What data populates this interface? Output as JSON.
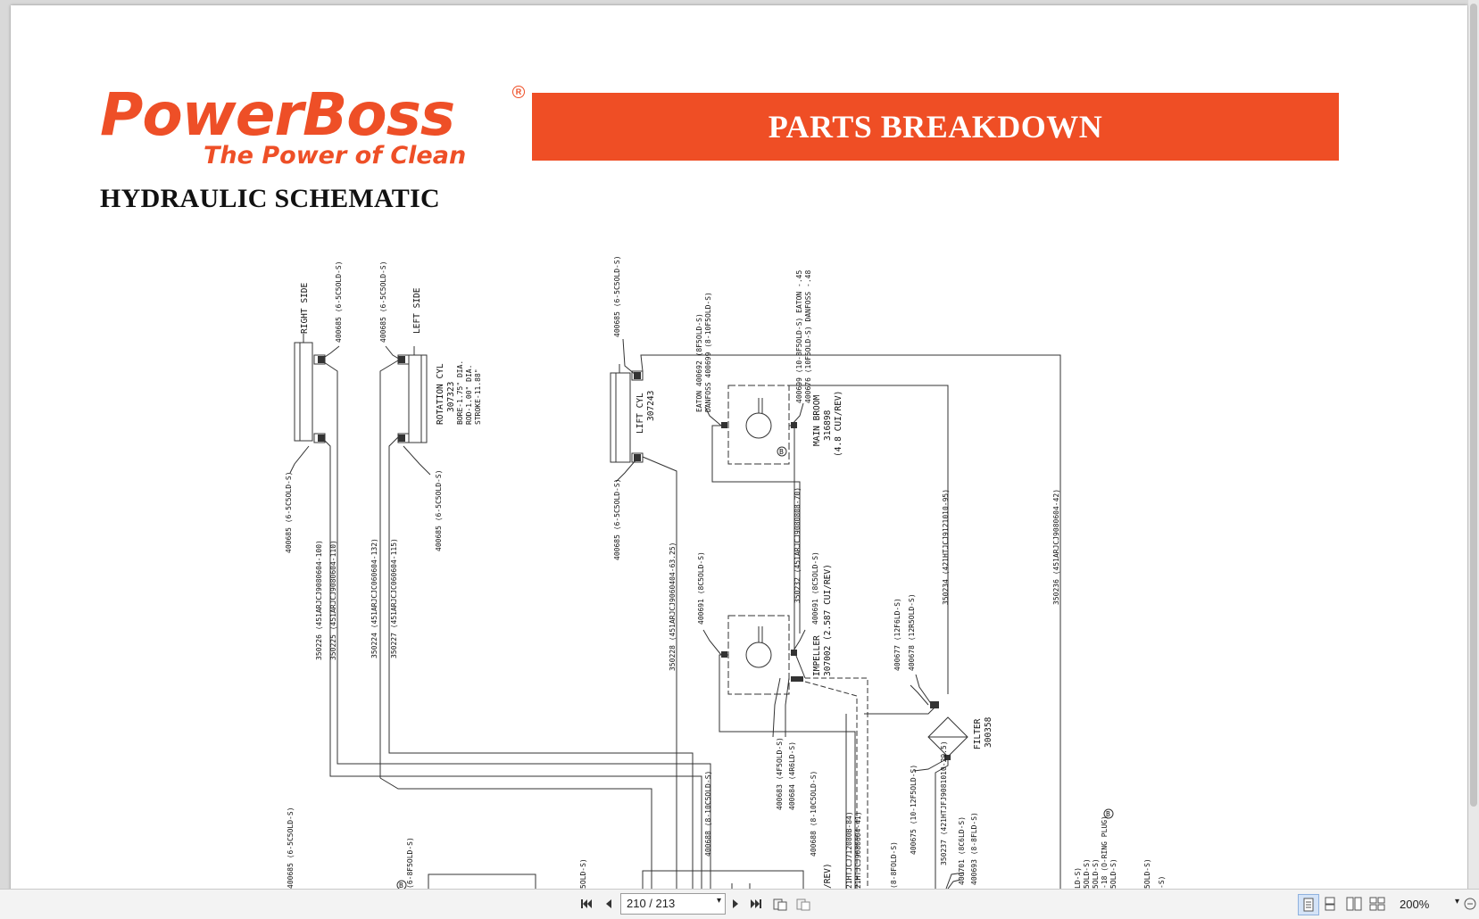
{
  "document": {
    "brand": "PowerBoss",
    "tagline": "The Power of Clean",
    "banner_title": "PARTS BREAKDOWN",
    "section_title": "HYDRAULIC SCHEMATIC"
  },
  "schematic_labels": {
    "right_side": "RIGHT SIDE",
    "left_side": "LEFT SIDE",
    "fit_6_5c5old": "400685 (6-5C5OLD-S)",
    "rotation_cyl": "ROTATION CYL",
    "rotation_cyl_pn": "307323",
    "rotation_bore": "BORE-1.75\" DIA.",
    "rotation_rod": "ROD-1.00\" DIA.",
    "rotation_stroke": "STROKE-11.88\"",
    "lift_cyl": "LIFT CYL",
    "lift_cyl_pn": "307243",
    "eaton_8f5old": "EATON 400692 (8F5OLD-S)",
    "danfoss_8_10f5old": "DANFOSS 400699 (8-10F5OLD-S)",
    "eaton_10_8f5old": "400699 (10-8F5OLD-S) EATON -.45",
    "danfoss_10f5old": "400676 (10F5OLD-S) DANFOSS -.48",
    "main_broom": "MAIN BROOM",
    "main_broom_pn": "316898",
    "main_broom_disp": "(4.8 CUI/REV)",
    "hose_350226": "350226 (451ARJCJ9080604-100)",
    "hose_350225": "350225 (451ARJCJ9080604-110)",
    "hose_350224": "350224 (451ARJCJC060604-132)",
    "hose_350227": "350227 (451ARJCJC060604-115)",
    "hose_350228": "350228 (451ARJCJ9060404-63.25)",
    "hose_350232": "350232 (451ARJCJ9080808-70)",
    "hose_350234": "350234 (421HTJCJ9121010-95)",
    "hose_350236": "350236 (451ARJCJ9080604-42)",
    "fit_400691_8c5old": "400691 (8C5OLD-S)",
    "impeller": "IMPELLER",
    "impeller_pn": "307002 (2.587 CUI/REV)",
    "fit_400677": "400677 (12F6LD-S)",
    "fit_400678": "400678 (12R5OLD-S)",
    "filter": "FILTER",
    "filter_pn": "300358",
    "fit_400683": "400683 (4F5OLD-S)",
    "fit_400684": "400684 (4R6LD-S)",
    "fit_400688_8_10c5old": "400688 (8-10C5OLD-S)",
    "fit_400675": "400675 (10-12F5OLD-S)",
    "hose_350237": "350237 (421HTJFJ9081010-29.5)",
    "fit_400701": "400701 (8C6LD-S)",
    "fit_400693": "400693 (8-8FLD-S)",
    "fit_6_8f5old": "(6-8F5OLD-S)",
    "rev_frag": "/REV)",
    "hose_frag_1": "21HTJCJ712080B-84)",
    "hose_frag_2": "21HTJCJ9080604-41)",
    "fit_8_8fold": "(8-8FOLD-S)",
    "oring_plug": "-18 (O-RING PLUG)",
    "frag_ld": "LD-S)",
    "frag_5old": "5OLD-S)",
    "frag_s": "-S)",
    "circle_b": "B"
  },
  "toolbar": {
    "page_display": "210 / 213",
    "zoom": "200%"
  },
  "icons": {
    "first_page": "first-page-icon",
    "prev_page": "prev-page-icon",
    "next_page": "next-page-icon",
    "last_page": "last-page-icon"
  },
  "colors": {
    "brand_orange": "#ef4e25"
  }
}
